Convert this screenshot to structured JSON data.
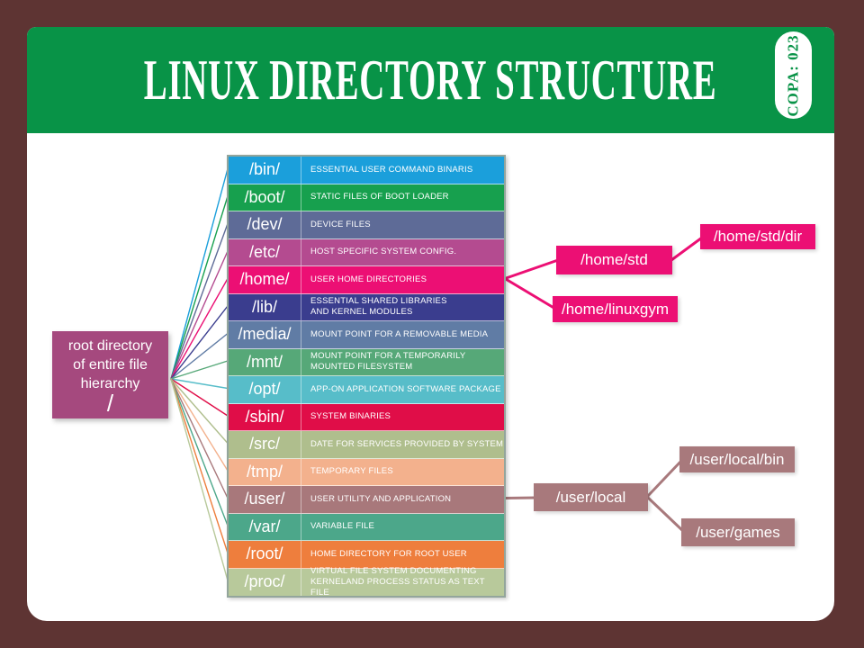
{
  "colors": {
    "page_background": "#5E3433",
    "card_background": "#FFFFFF",
    "header_green": "#089347",
    "title_white": "#FFFFFF",
    "root_box_purple": "#A5497E",
    "home_branch_pink": "#EC0F74",
    "user_branch_mauve": "#A8797C",
    "table_border": "#93A59C"
  },
  "header": {
    "title": "LINUX DIRECTORY STRUCTURE",
    "badge": "COPA: 023"
  },
  "root_box": {
    "line1": "root directory",
    "line2": "of entire file",
    "line3": "hierarchy",
    "symbol": "/"
  },
  "rows": [
    {
      "name": "/bin/",
      "desc": "ESSENTIAL USER COMMAND BINARIS",
      "color": "#1B9FDB"
    },
    {
      "name": "/boot/",
      "desc": "STATIC FILES OF BOOT LOADER",
      "color": "#17A04E"
    },
    {
      "name": "/dev/",
      "desc": "DEVICE FILES",
      "color": "#5E6B97"
    },
    {
      "name": "/etc/",
      "desc": "HOST SPECIFIC SYSTEM CONFIG.",
      "color": "#B44B90"
    },
    {
      "name": "/home/",
      "desc": "USER HOME DIRECTORIES",
      "color": "#EC0F74"
    },
    {
      "name": "/lib/",
      "desc": "ESSENTIAL SHARED LIBRARIES\nAND KERNEL MODULES",
      "color": "#3A3D8E"
    },
    {
      "name": "/media/",
      "desc": "MOUNT POINT FOR A REMOVABLE MEDIA",
      "color": "#607CA5"
    },
    {
      "name": "/mnt/",
      "desc": "MOUNT POINT FOR A TEMPORARILY\nMOUNTED FILESYSTEM",
      "color": "#56A878"
    },
    {
      "name": "/opt/",
      "desc": "APP-ON APPLICATION SOFTWARE PACKAGE",
      "color": "#57BDC9"
    },
    {
      "name": "/sbin/",
      "desc": "SYSTEM BINARIES",
      "color": "#E00D48"
    },
    {
      "name": "/src/",
      "desc": "DATE FOR SERVICES PROVIDED BY SYSTEM",
      "color": "#AFBE8D"
    },
    {
      "name": "/tmp/",
      "desc": "TEMPORARY FILES",
      "color": "#F3B18D"
    },
    {
      "name": "/user/",
      "desc": "USER UTILITY AND APPLICATION",
      "color": "#A8787B"
    },
    {
      "name": "/var/",
      "desc": "VARIABLE FILE",
      "color": "#4CA78A"
    },
    {
      "name": "/root/",
      "desc": "HOME DIRECTORY FOR ROOT USER",
      "color": "#EE7E3D"
    },
    {
      "name": "/proc/",
      "desc": "VIRTUAL FILE SYSTEM DOCUMENTING\nKERNELAND PROCESS STATUS AS TEXT FILE",
      "color": "#B8C99B"
    }
  ],
  "branches": {
    "home_std": {
      "label": "/home/std"
    },
    "home_std_dir": {
      "label": "/home/std/dir"
    },
    "home_linuxgym": {
      "label": "/home/linuxgym"
    },
    "user_local": {
      "label": "/user/local"
    },
    "user_local_bin": {
      "label": "/user/local/bin"
    },
    "user_games": {
      "label": "/user/games"
    }
  }
}
